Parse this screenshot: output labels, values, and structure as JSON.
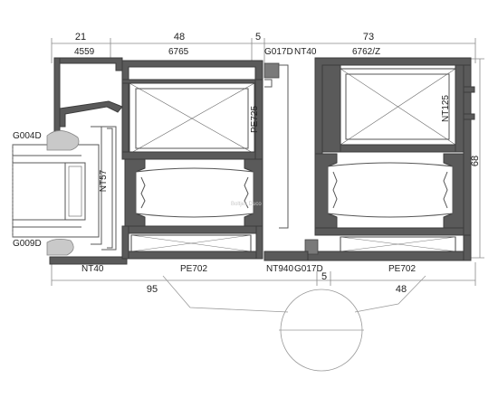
{
  "dimensions": {
    "top": [
      "21",
      "48",
      "5",
      "73"
    ],
    "right": "68",
    "bottom": [
      "95",
      "5",
      "48"
    ]
  },
  "profile_codes": {
    "top_left": "4559",
    "top_mid": "6765",
    "top_small": "G017D",
    "top_nt": "NT40",
    "top_right": "6762/Z",
    "left_top": "G004D",
    "left_bottom": "G009D",
    "vertical_left": "NT57",
    "vertical_mid": "PE725",
    "vertical_right": "NT125",
    "bottom_left": "NT40",
    "bottom_pe_left": "PE702",
    "bottom_nt": "NT940",
    "bottom_g": "G017D",
    "bottom_pe_right": "PE702"
  },
  "watermark": "Boltjes Duco"
}
